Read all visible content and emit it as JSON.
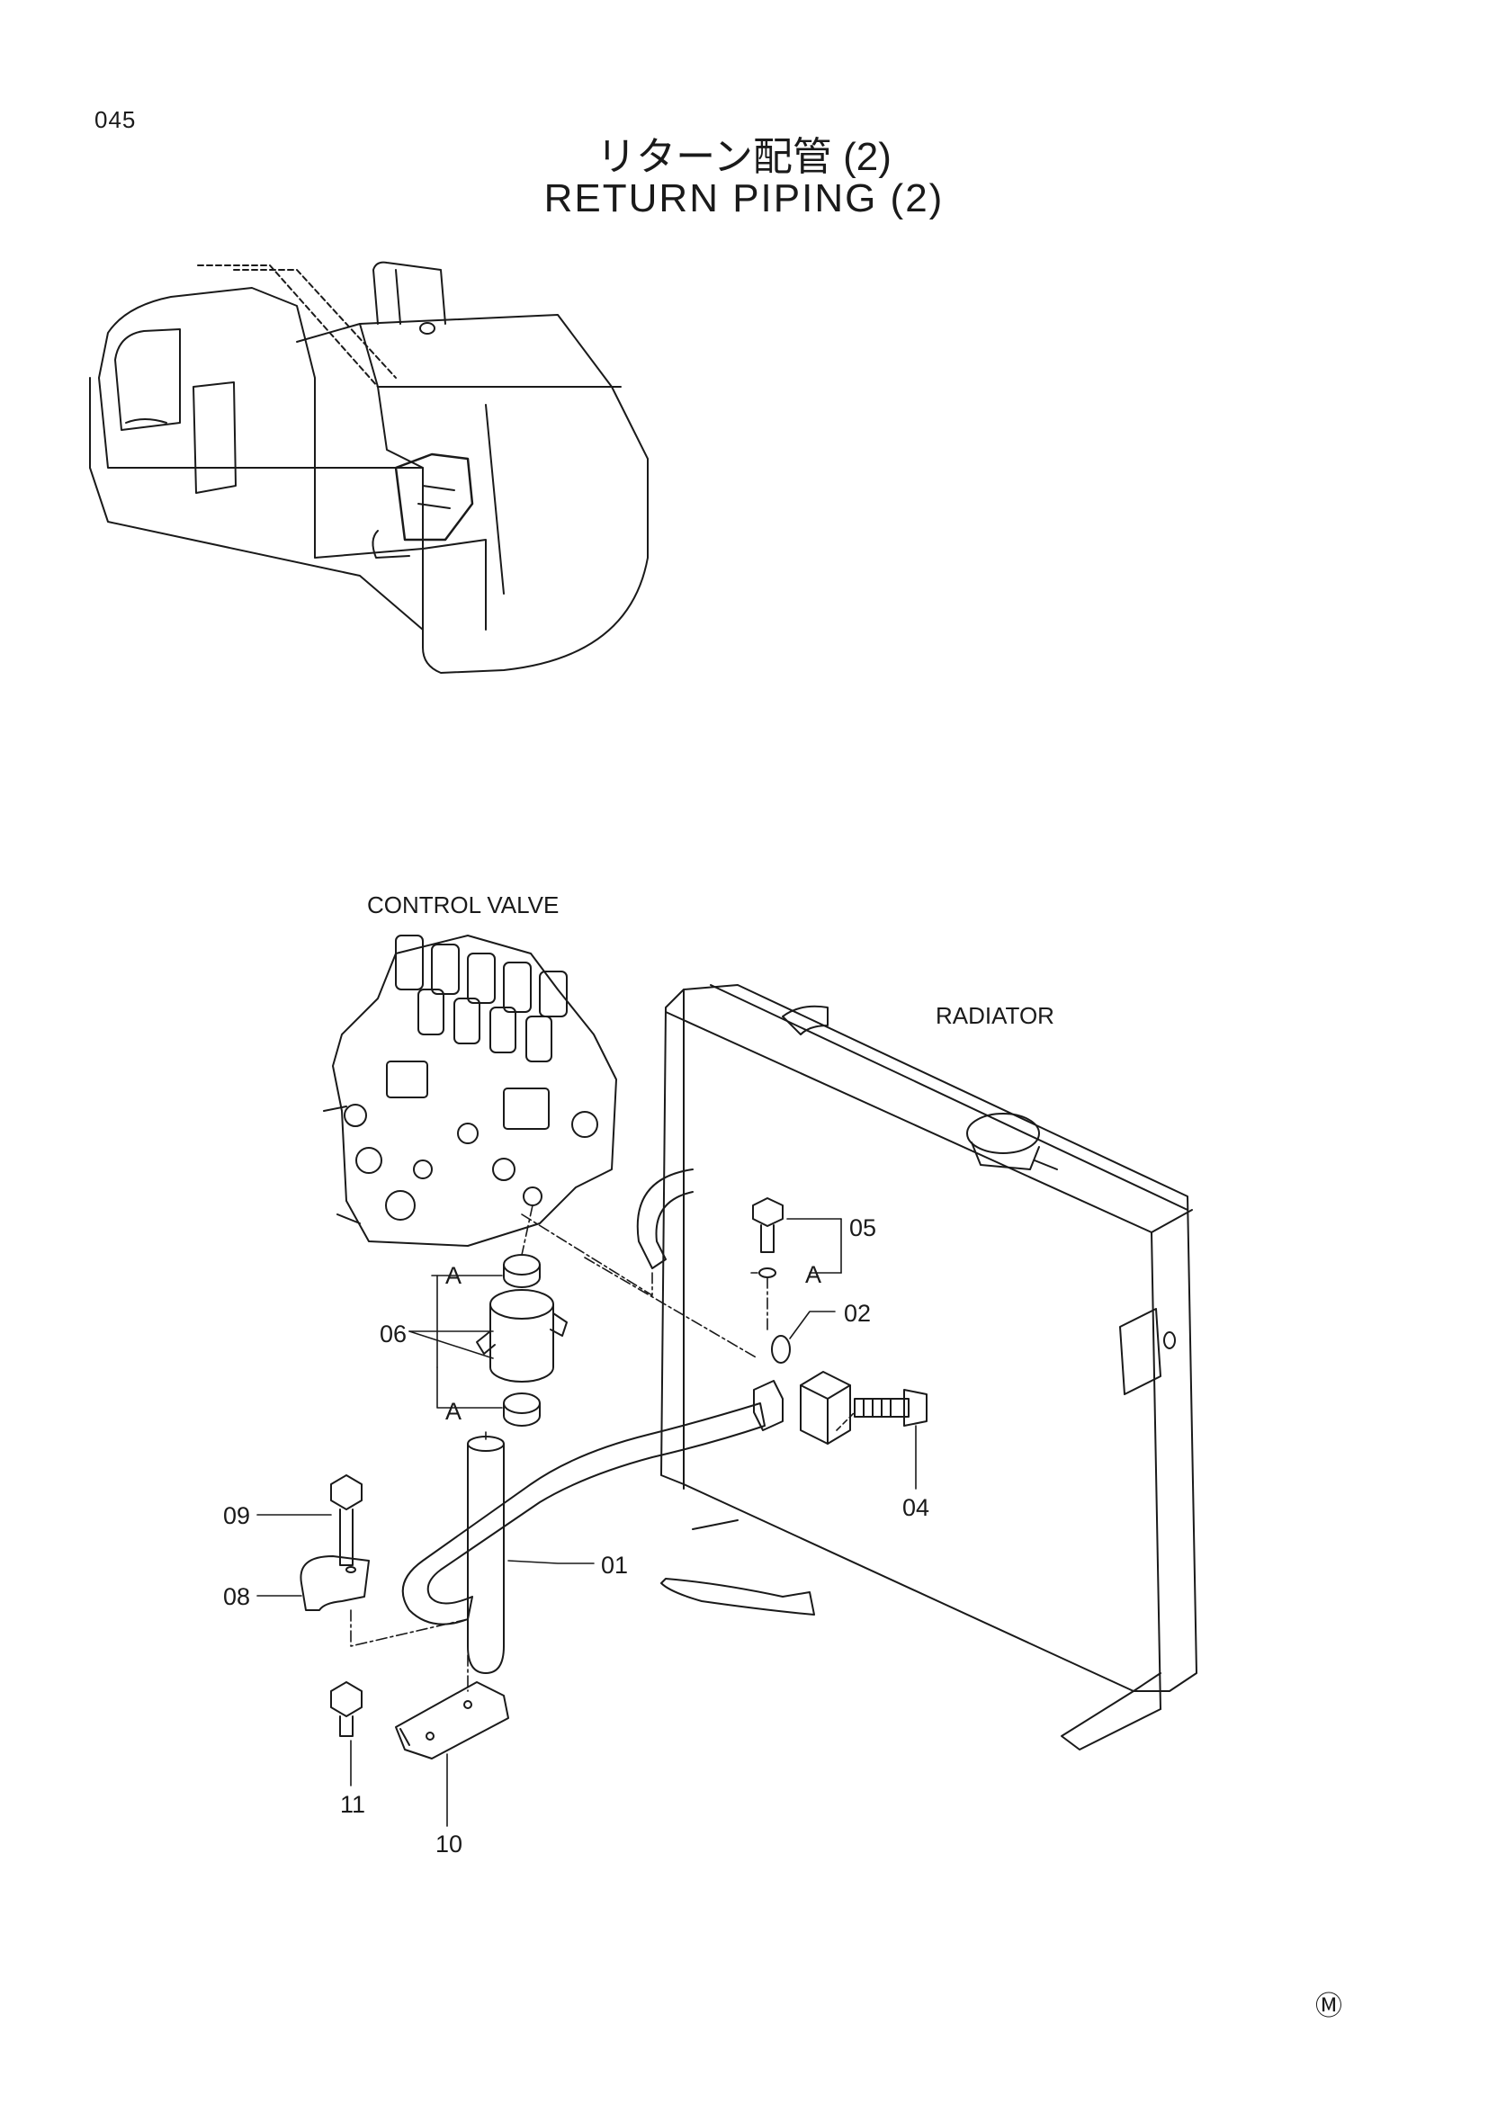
{
  "header": {
    "page_number": "045",
    "title_jp": "リターン配管 (2)",
    "title_en": "RETURN PIPING (2)"
  },
  "components": {
    "control_valve": "CONTROL VALVE",
    "radiator": "RADIATOR"
  },
  "callouts": {
    "p01": "01",
    "p02": "02",
    "p04": "04",
    "p05": "05",
    "p06": "06",
    "p08": "08",
    "p09": "09",
    "p10": "10",
    "p11": "11",
    "a1": "A",
    "a2": "A",
    "a3": "A"
  },
  "footer": {
    "mark": "Ⓜ"
  }
}
